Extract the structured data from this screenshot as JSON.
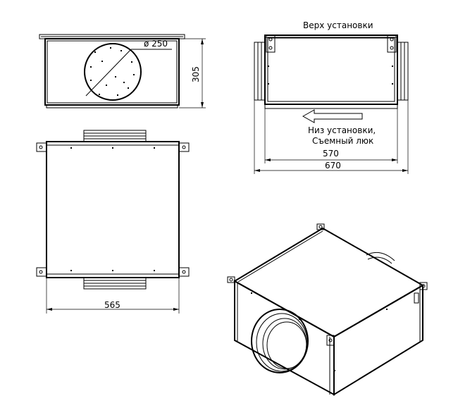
{
  "labels": {
    "top_of_installation": "Верх установки",
    "bottom_of_installation_1": "Низ установки,",
    "bottom_of_installation_2": "Съемный люк",
    "diameter": "ø 250",
    "height_dim": "305",
    "width_570": "570",
    "width_670": "670",
    "width_565": "565"
  }
}
